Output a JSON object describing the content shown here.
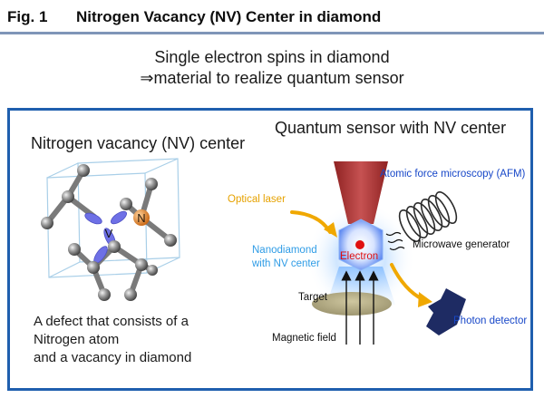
{
  "header": {
    "fig_label": "Fig. 1",
    "title": "Nitrogen Vacancy (NV) Center in diamond"
  },
  "intro": {
    "line1": "Single electron spins in diamond",
    "line2": "⇒material to realize quantum sensor"
  },
  "nv_panel": {
    "heading": "Nitrogen vacancy (NV) center",
    "n_label": "N",
    "v_label": "V",
    "defect_line1": "A defect that consists of a",
    "defect_line2": "Nitrogen atom",
    "defect_line3": "and a vacancy in diamond"
  },
  "sensor_panel": {
    "heading": "Quantum sensor with NV center",
    "afm_label": "Atomic force microscopy (AFM)",
    "laser_label": "Optical laser",
    "nanodiamond_line1": "Nanodiamond",
    "nanodiamond_line2": "with NV center",
    "electron_label": "Electron",
    "microwave_label": "Microwave generator",
    "target_label": "Target",
    "photon_label": "Photon detector",
    "magnetic_label": "Magnetic field"
  },
  "colors": {
    "frame": "#1f5fae",
    "header_rule": "#7f95b8",
    "afm": "#b03a3a",
    "arrow_orange": "#f0a800",
    "light_blue": "#3aa0e8",
    "electron_red": "#e01010",
    "target": "#b3ac82",
    "detector": "#1e2b63",
    "nitrogen": "#e07d24",
    "bond_blue": "#6e70e6"
  }
}
